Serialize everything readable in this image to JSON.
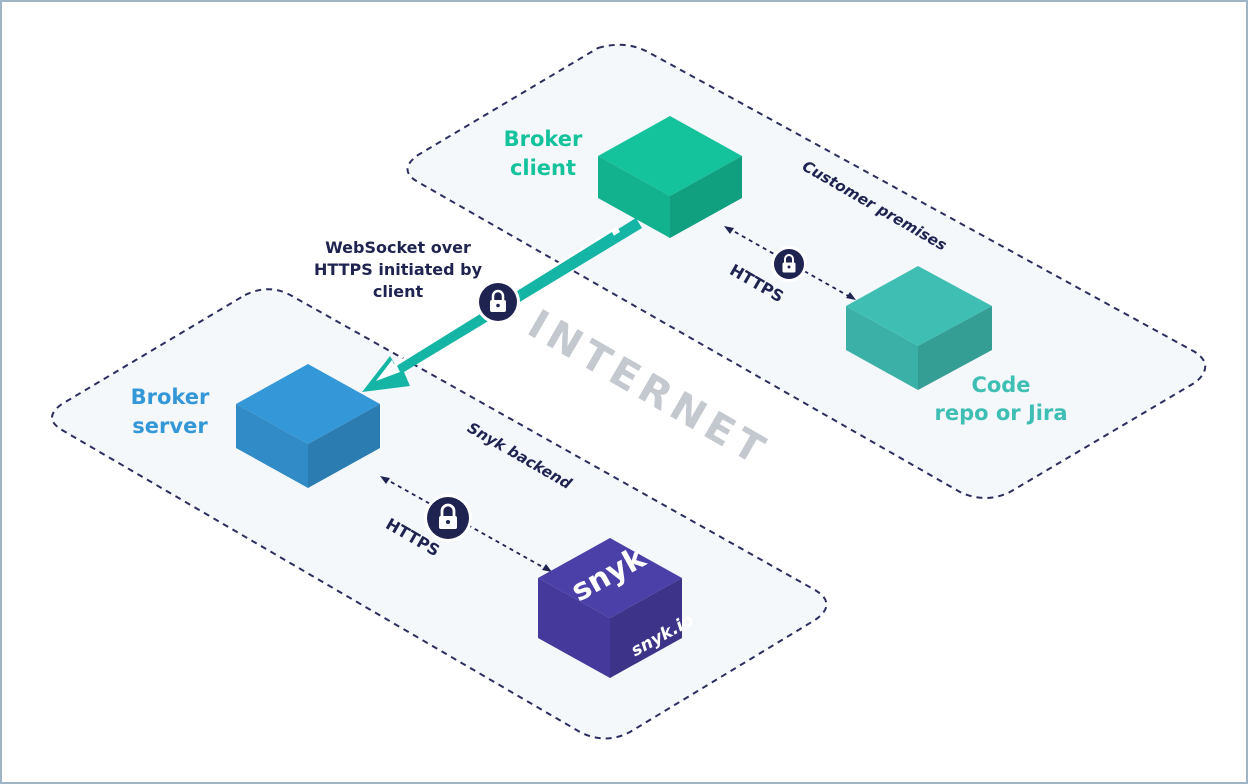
{
  "colors": {
    "zone_fill": "#f5f8fb",
    "zone_stroke": "#2b2e5e",
    "navy": "#1f2350",
    "broker_client": "#14c29b",
    "code_repo": "#3fbfb4",
    "broker_server": "#3497d8",
    "snyk": "#4b3fa8",
    "arrow": "#15b5a6",
    "internet_text": "#c4c8cf",
    "frame": "#9fb4c4"
  },
  "labels": {
    "broker_client": {
      "line1": "Broker",
      "line2": "client"
    },
    "broker_server": {
      "line1": "Broker",
      "line2": "server"
    },
    "code_repo": {
      "line1": "Code",
      "line2": "repo or Jira"
    },
    "customer_premises": "Customer premises",
    "snyk_backend": "Snyk backend",
    "internet": "INTERNET",
    "websocket": {
      "line1": "WebSocket over",
      "line2": "HTTPS initiated by",
      "line3": "client"
    },
    "https_client_side": "HTTPS",
    "https_server_side": "HTTPS",
    "snyk_logo": "snyk",
    "snyk_domain": "snyk.io"
  },
  "icons": {
    "lock": "padlock-icon"
  }
}
